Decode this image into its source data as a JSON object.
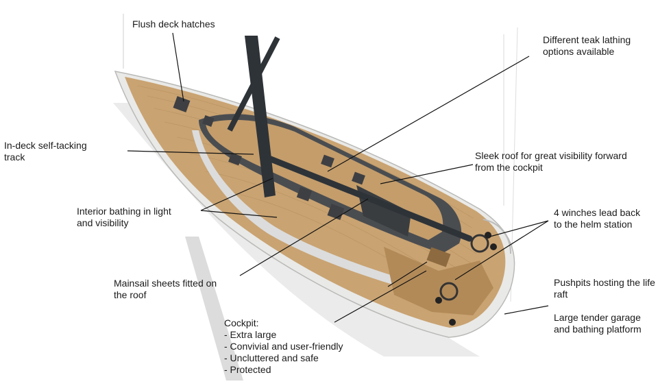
{
  "labels": {
    "flush_hatches": "Flush deck hatches",
    "teak_lathing": [
      "Different teak lathing",
      "options available"
    ],
    "self_tacking": [
      "In-deck self-tacking",
      "track"
    ],
    "sleek_roof": [
      "Sleek roof for great visibility forward",
      "from the cockpit"
    ],
    "interior_light": [
      "Interior bathing in light",
      "and visibility"
    ],
    "winches": [
      "4 winches lead back",
      "to the helm station"
    ],
    "mainsail_sheets": [
      "Mainsail sheets fitted on",
      "the roof"
    ],
    "pushpits": [
      "Pushpits hosting the life",
      "raft"
    ],
    "tender_garage": [
      "Large tender garage",
      "and bathing platform"
    ],
    "cockpit": [
      "Cockpit:",
      "- Extra large",
      "- Convivial and user-friendly",
      "- Uncluttered and safe",
      "- Protected"
    ]
  },
  "colors": {
    "teak": "#c8a270",
    "teak_dark": "#a8804f",
    "hull": "#e8e8e6",
    "shadow": "#d4d4d4",
    "mast": "#2e3338",
    "leader": "#111111"
  }
}
